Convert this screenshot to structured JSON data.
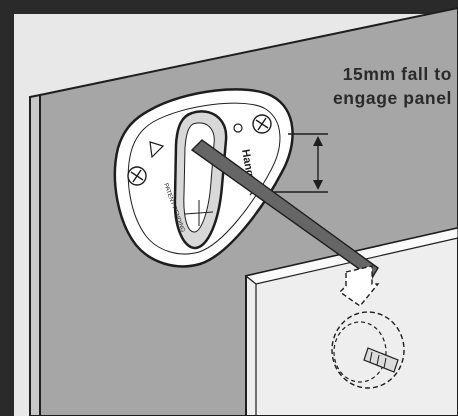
{
  "caption": {
    "line1": "15mm fall to",
    "line2": "engage panel"
  },
  "bracket": {
    "patent_text": "PATENT PENDING",
    "brand_text": "Hang Fix"
  },
  "colors": {
    "frame": "#2a2a2a",
    "background": "#e8e8e8",
    "wall_panel": "#a6a6a6",
    "wall_edge": "#c7c7c7",
    "bracket": "#ffffff",
    "hanging_panel": "#eeeeee",
    "hanging_panel_edge": "#fafafa"
  },
  "icons": [
    "screw-head-icon",
    "hanger-pin-icon",
    "fall-direction-arrow-icon",
    "dimension-arrow-icon"
  ]
}
